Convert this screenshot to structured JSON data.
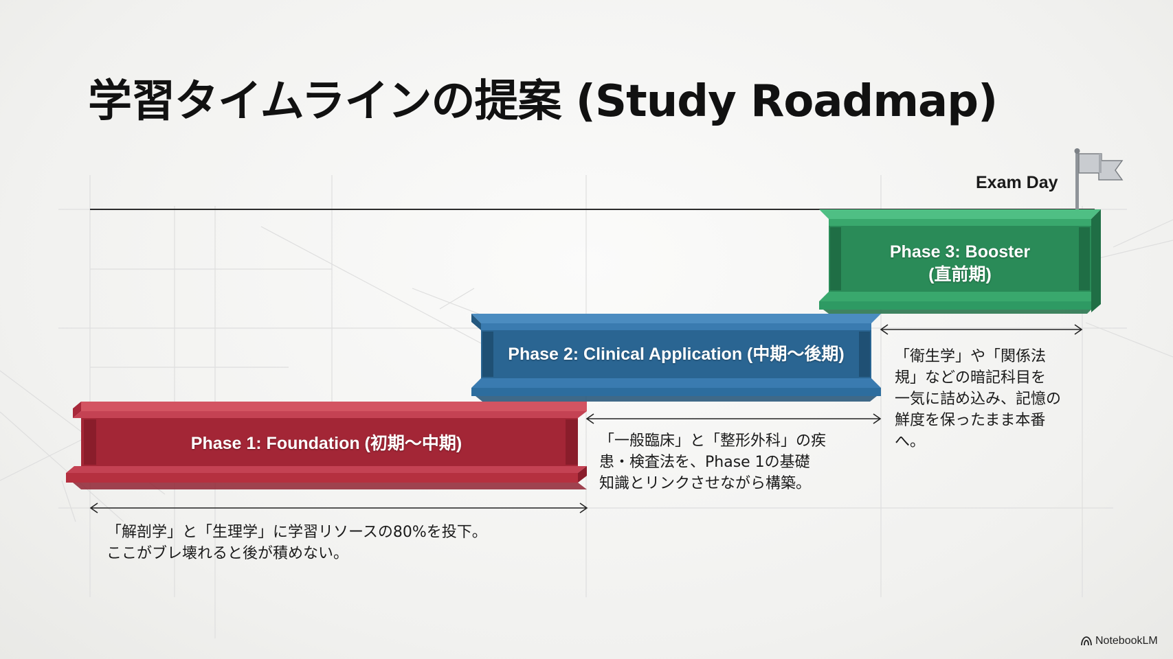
{
  "slide": {
    "title": "学習タイムラインの提案 (Study Roadmap)"
  },
  "milestone": {
    "label": "Exam Day",
    "icon": "flag-icon"
  },
  "phases": [
    {
      "label_lines": [
        "Phase 1: Foundation (初期〜中期)"
      ],
      "color": "#b8303f",
      "description": "「解剖学」と「生理学」に学習リソースの80%を投下。\nここがブレ壊れると後が積めない。"
    },
    {
      "label_lines": [
        "Phase 2: Clinical Application (中期〜後期)"
      ],
      "color": "#2f6f9e",
      "description": "「一般臨床」と「整形外科」の疾\n患・検査法を、Phase 1の基礎\n知識とリンクさせながら構築。"
    },
    {
      "label_lines": [
        "Phase 3: Booster",
        "(直前期)"
      ],
      "color": "#2e9a63",
      "description": "「衛生学」や「関係法\n規」などの暗記科目を\n一気に詰め込み、記憶の\n鮮度を保ったまま本番\nへ。"
    }
  ],
  "footer": {
    "brand": "NotebookLM",
    "icon": "notebooklm-logo-icon"
  }
}
